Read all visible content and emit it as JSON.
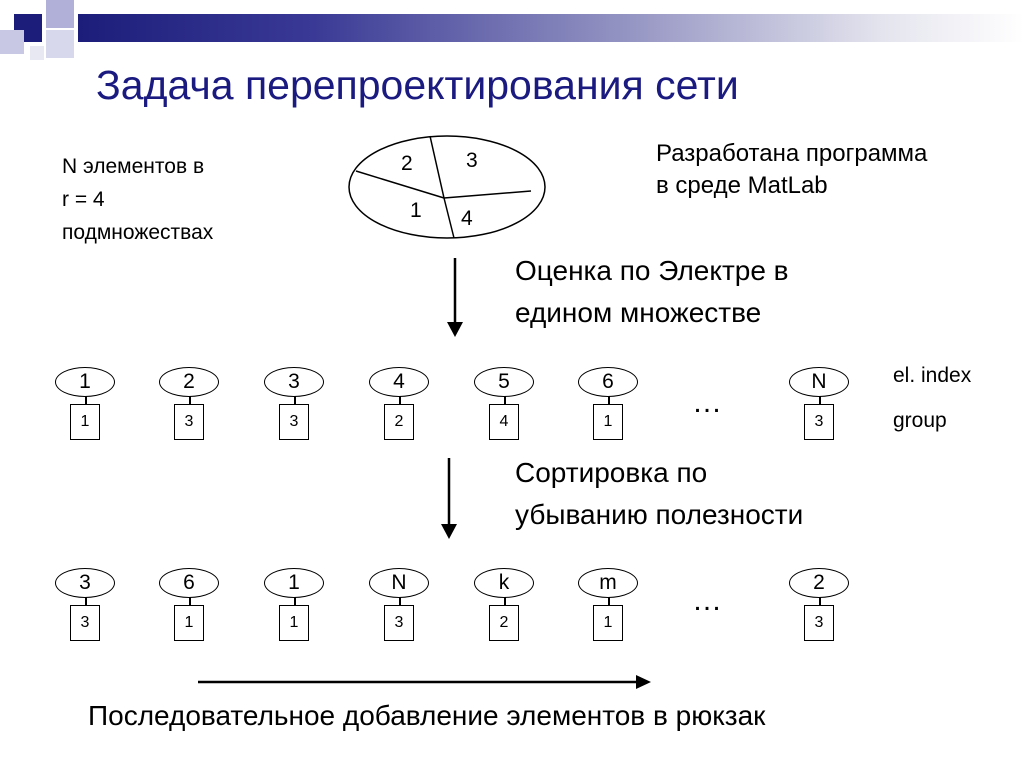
{
  "title": "Задача перепроектирования сети",
  "intro": {
    "line1": "N элементов в",
    "line2": "r = 4",
    "line3": "подмножествах"
  },
  "program_note": {
    "line1": "Разработана программа",
    "line2": "в среде MatLab"
  },
  "pie_labels": [
    "2",
    "3",
    "1",
    "4"
  ],
  "step1": {
    "line1": "Оценка по Электре в",
    "line2": "едином множестве"
  },
  "step2": {
    "line1": "Сортировка по",
    "line2": "убыванию полезности"
  },
  "row1": {
    "indices": [
      "1",
      "2",
      "3",
      "4",
      "5",
      "6"
    ],
    "groups": [
      "1",
      "3",
      "3",
      "2",
      "4",
      "1"
    ],
    "last_index": "N",
    "last_group": "3"
  },
  "row2": {
    "indices": [
      "3",
      "6",
      "1",
      "N",
      "k",
      "m"
    ],
    "groups": [
      "3",
      "1",
      "1",
      "3",
      "2",
      "1"
    ],
    "last_index": "2",
    "last_group": "3"
  },
  "ellipsis": "…",
  "legend": {
    "index_label": "el. index",
    "group_label": "group"
  },
  "footer": "Последовательное добавление элементов в рюкзак",
  "colors": {
    "title": "#1a1a80",
    "accent_bar": "#1c1c7a",
    "text": "#000000"
  }
}
